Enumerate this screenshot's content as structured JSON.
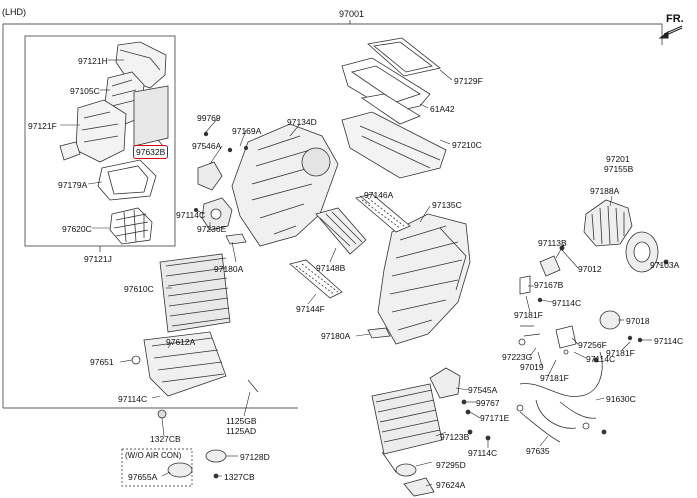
{
  "header": {
    "variant": "(LHD)",
    "assembly": "97001",
    "direction": "FR."
  },
  "note": "(W/O AIR CON)",
  "highlight_color": "#d40000",
  "parts": {
    "p97121H": "97121H",
    "p97105C": "97105C",
    "p97121F": "97121F",
    "p97632B": "97632B",
    "p97179A": "97179A",
    "p97620C": "97620C",
    "p97121J": "97121J",
    "p97129F": "97129F",
    "p61A42": "61A42",
    "p97210C": "97210C",
    "p99769": "99769",
    "p97169A": "97169A",
    "p97134D": "97134D",
    "p97546A": "97546A",
    "p97114C_a": "97114C",
    "p97236E": "97236E",
    "p97180A_a": "97180A",
    "p97146A": "97146A",
    "p97135C": "97135C",
    "p97148B": "97148B",
    "p97144F": "97144F",
    "p97180A_b": "97180A",
    "p97201": "97201",
    "p97155B": "97155B",
    "p97188A": "97188A",
    "p97113B": "97113B",
    "p97012": "97012",
    "p97103A": "97103A",
    "p97167B": "97167B",
    "p97114C_b": "97114C",
    "p97181F_a": "97181F",
    "p97018": "97018",
    "p97114C_c": "97114C",
    "p97181F_b": "97181F",
    "p97256F": "97256F",
    "p97223G": "97223G",
    "p97019": "97019",
    "p97114C_d": "97114C",
    "p97181F_c": "97181F",
    "p97610C": "97610C",
    "p97612A": "97612A",
    "p97651": "97651",
    "p97114C_e": "97114C",
    "p1327CB_a": "1327CB",
    "p1125GB": "1125GB",
    "p1125AD": "1125AD",
    "p97545A": "97545A",
    "p99767": "99767",
    "p97171E": "97171E",
    "p97123B": "97123B",
    "p97114C_f": "97114C",
    "p97295D": "97295D",
    "p97624A": "97624A",
    "p97635": "97635",
    "p91630C": "91630C",
    "p97128D": "97128D",
    "p97655A": "97655A",
    "p1327CB_b": "1327CB"
  }
}
